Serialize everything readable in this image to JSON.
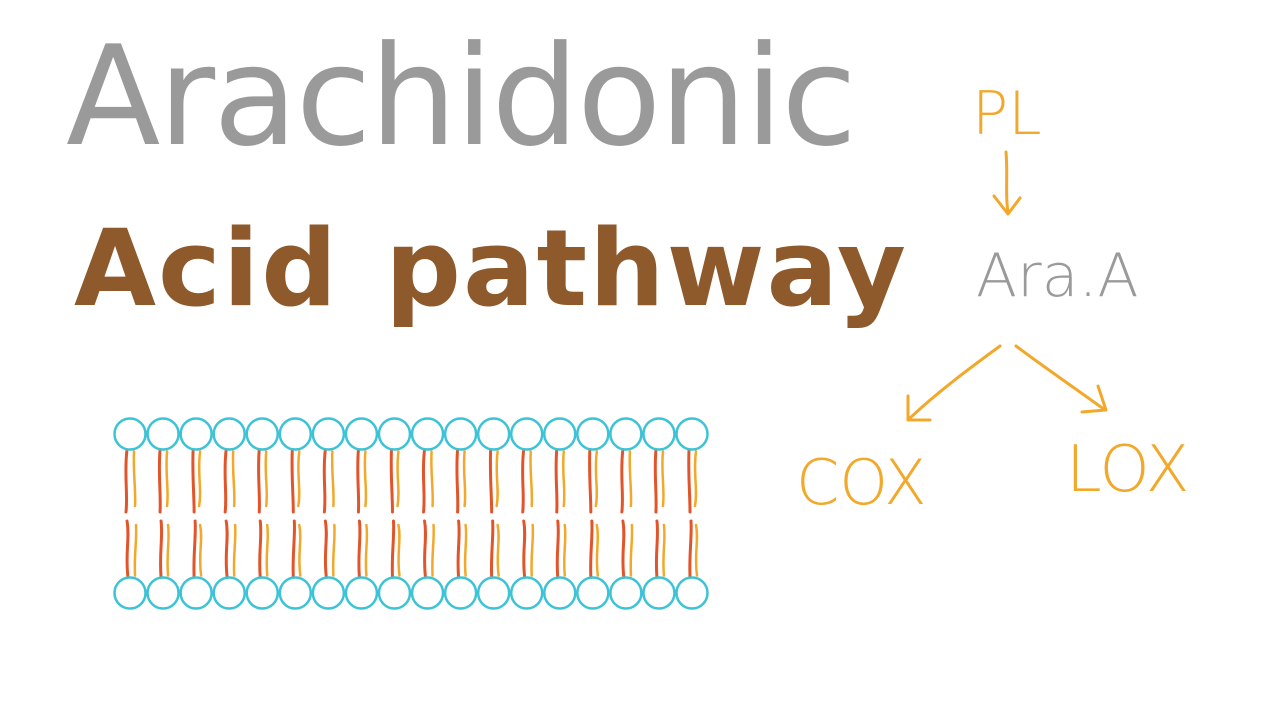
{
  "title": {
    "line1": "Arachidonic",
    "line2_word1": "Acid",
    "line2_word2": "pathway"
  },
  "pathway": {
    "top": "PL",
    "middle": "Ara.A",
    "left_branch": "COX",
    "right_branch": "LOX"
  },
  "membrane": {
    "heads_per_layer": 18
  },
  "colors": {
    "title_gray": "#9a9a9a",
    "title_brown": "#8e5a2c",
    "pathway_orange": "#f2a82a",
    "pathway_gray": "#9a9a9a",
    "lipid_head": "#3cc3d6",
    "tail_red": "#e2552b",
    "tail_orange": "#f2a82a"
  }
}
